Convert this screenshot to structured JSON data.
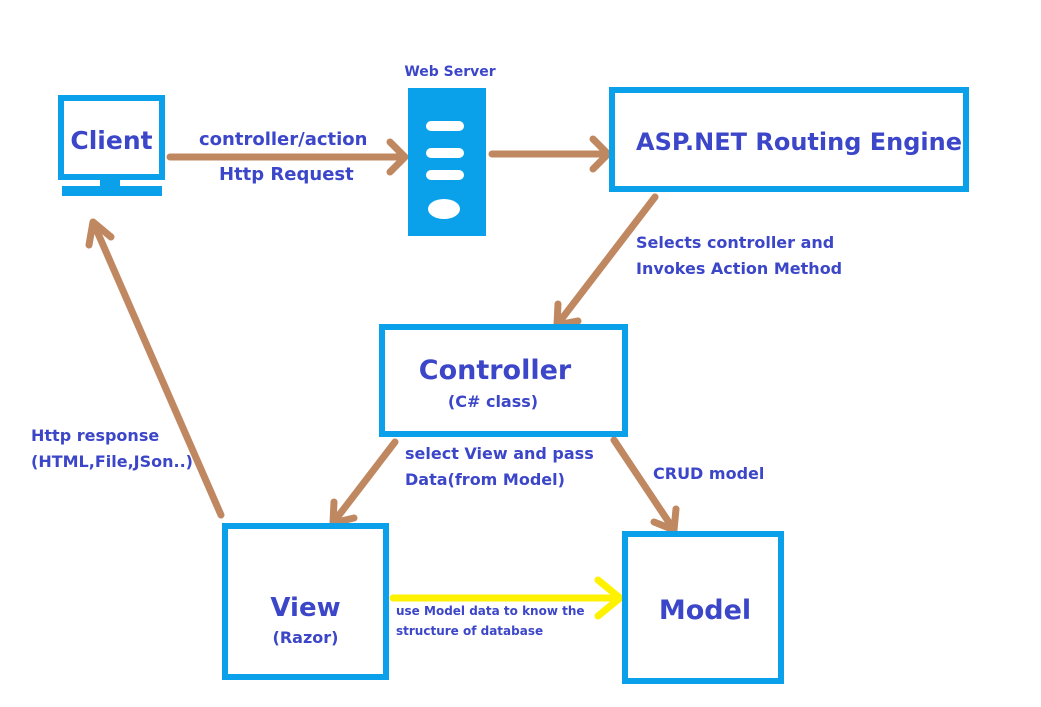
{
  "colors": {
    "box_border": "#0ba0ea",
    "text": "#3c46c8",
    "arrow": "#c08860",
    "highlight_arrow": "#fff200",
    "server_fill": "#0ba0ea"
  },
  "nodes": {
    "client": {
      "label": "Client",
      "icon": "monitor-icon"
    },
    "web_server": {
      "label": "Web Server",
      "icon": "server-icon"
    },
    "routing_engine": {
      "label": "ASP.NET Routing Engine"
    },
    "controller": {
      "label": "Controller",
      "sublabel": "(C# class)"
    },
    "view": {
      "label": "View",
      "sublabel": "(Razor)"
    },
    "model": {
      "label": "Model"
    }
  },
  "edges": {
    "client_to_server": {
      "line1": "controller/action",
      "line2": "Http Request"
    },
    "routing_to_controller": {
      "line1": "Selects controller and",
      "line2": "Invokes Action Method"
    },
    "controller_to_view": {
      "line1": "select View and pass",
      "line2": "Data(from Model)"
    },
    "controller_to_model": {
      "line1": "CRUD model"
    },
    "view_to_model": {
      "line1": "use Model data to know the",
      "line2": "structure of database"
    },
    "view_to_client": {
      "line1": "Http response",
      "line2": "(HTML,File,JSon..)"
    }
  }
}
